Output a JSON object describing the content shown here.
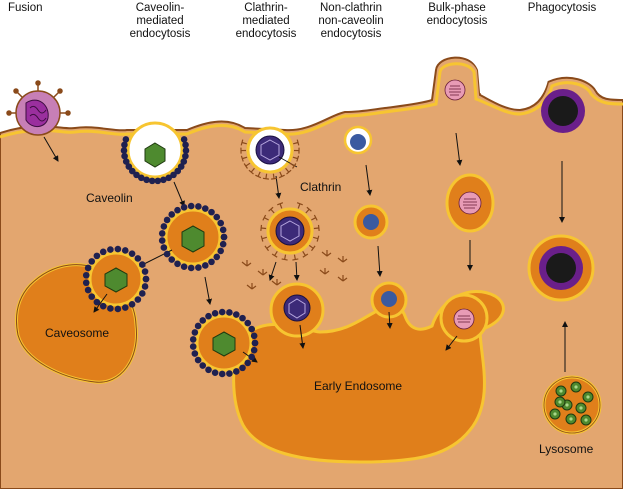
{
  "columns": {
    "fusion": "Fusion",
    "caveolin": [
      "Caveolin-",
      "mediated",
      "endocytosis"
    ],
    "clathrin": [
      "Clathrin-",
      "mediated",
      "endocytosis"
    ],
    "nonclathrin": [
      "Non-clathrin",
      "non-caveolin",
      "endocytosis"
    ],
    "bulk": [
      "Bulk-phase",
      "endocytosis"
    ],
    "phago": "Phagocytosis"
  },
  "labels": {
    "caveolin": "Caveolin",
    "clathrin": "Clathrin",
    "caveosome": "Caveosome",
    "early_endosome": "Early Endosome",
    "lysosome": "Lysosome"
  },
  "colors": {
    "cytoplasm": "#e3a66f",
    "membrane_outer": "#8a4a1a",
    "membrane_yellow": "#f7c531",
    "organelle": "#e07f1b",
    "caveolin_coat": "#1f2150",
    "caveolin_particle": "#4e8a2f",
    "clathrin_particle": "#3c2a78",
    "small_cargo": "#3a5aa0",
    "bulk_cargo": "#e89bb5",
    "phago_cargo": "#6a1f8a",
    "lysosome_dots": "#4e8a2f",
    "virus": "#9a2f9e"
  }
}
